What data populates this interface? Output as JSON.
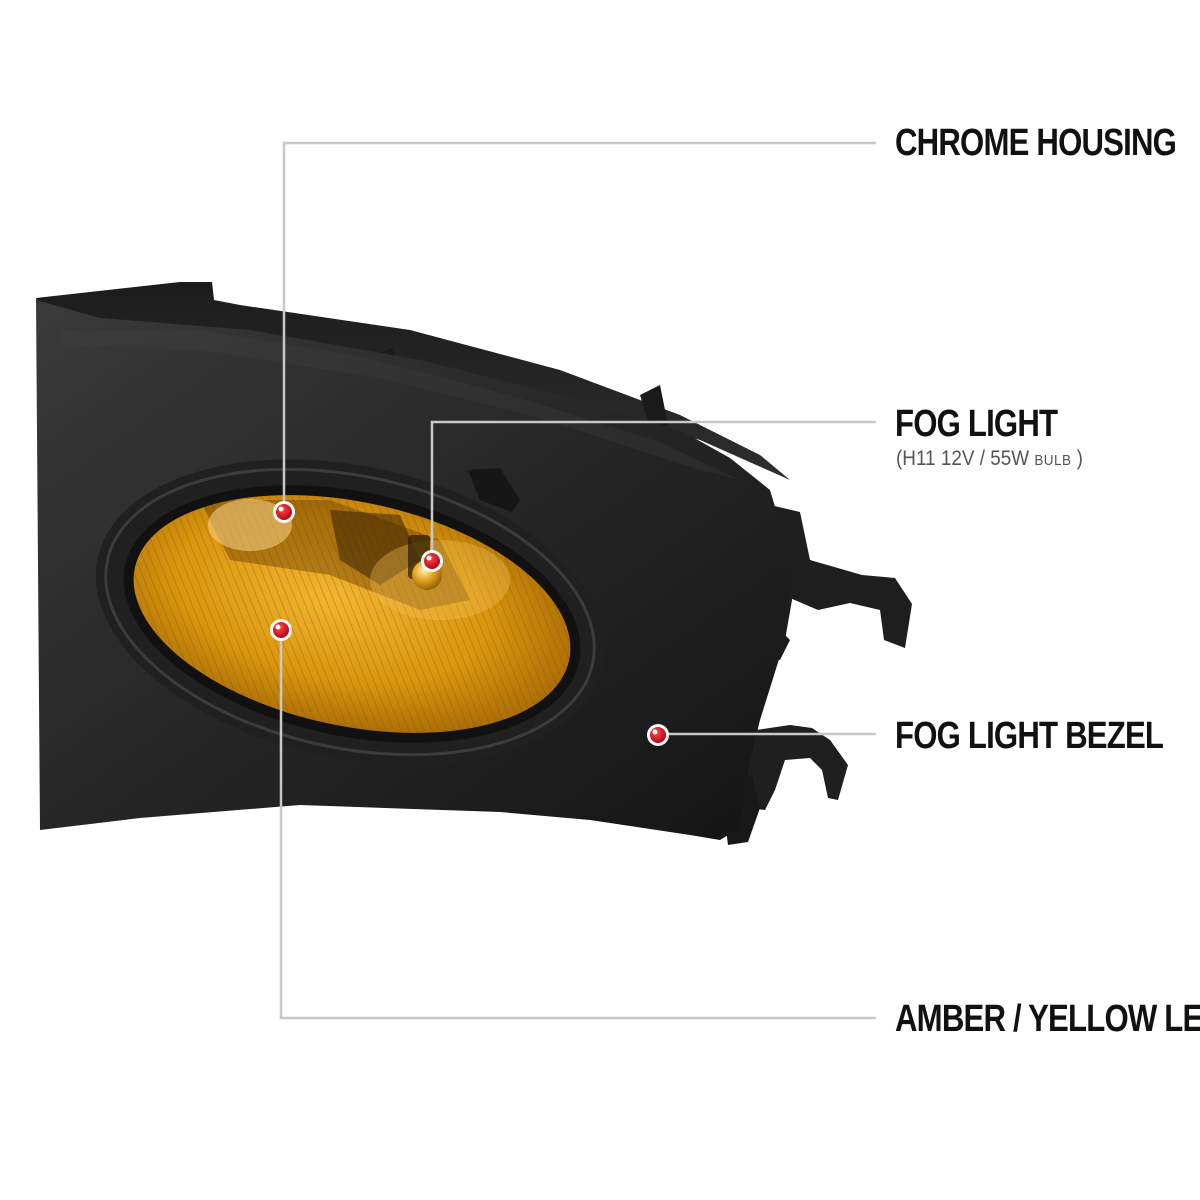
{
  "callouts": {
    "chrome_housing": {
      "label": "CHROME HOUSING"
    },
    "fog_light": {
      "label": "FOG LIGHT",
      "spec_paren_open": "(",
      "spec_main": "H11  12V / 55W",
      "spec_small": "BULB",
      "spec_paren_close": " )"
    },
    "fog_light_bezel": {
      "label": "FOG LIGHT BEZEL"
    },
    "lens": {
      "label": "AMBER / YELLOW LENS"
    }
  },
  "colors": {
    "bezel": "#2b2b2b",
    "bezel_dark": "#1a1a1a",
    "lens_amber": "#d9960e",
    "lens_deep": "#a86a06",
    "marker_red": "#d4141e",
    "leader_line": "#c8c8c8",
    "label_text": "#111111"
  }
}
